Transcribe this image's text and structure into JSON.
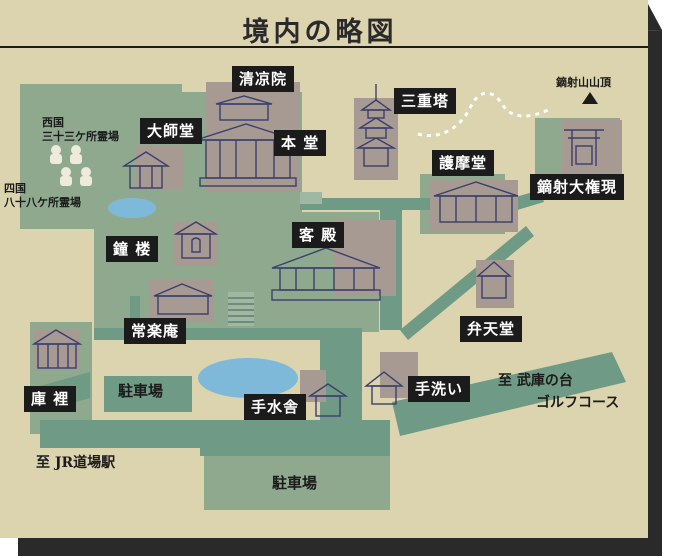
{
  "title": "境内の略図",
  "colors": {
    "paper": "#dcd4ae",
    "shadow": "#2a2a2a",
    "ground": "#8fa98f",
    "path": "#6f9a86",
    "building_box": "#a69a93",
    "line": "#3b3f6c",
    "water": "#7fb9da",
    "label_bg": "#1b1b1b"
  },
  "labels": {
    "seiryoin": "清凉院",
    "daishido": "大師堂",
    "hondo": "本 堂",
    "sanjuto": "三重塔",
    "gomado": "護摩堂",
    "tekisan": "鏑射山山頂",
    "gongen": "鏑射大権現",
    "shoro": "鐘 楼",
    "kyakuden": "客 殿",
    "jorakuan": "常楽庵",
    "bentendo": "弁天堂",
    "kuri": "庫 裡",
    "chozuya": "手水舎",
    "tearai": "手洗い",
    "parking1": "駐車場",
    "parking2": "駐車場",
    "saigoku_1": "西国",
    "saigoku_2": "三十三ケ所霊場",
    "shikoku_1": "四国",
    "shikoku_2": "八十八ケ所霊場",
    "to_jr": "至 JR道場駅",
    "to_golf_1": "至 武庫の台",
    "to_golf_2": "ゴルフコース"
  }
}
